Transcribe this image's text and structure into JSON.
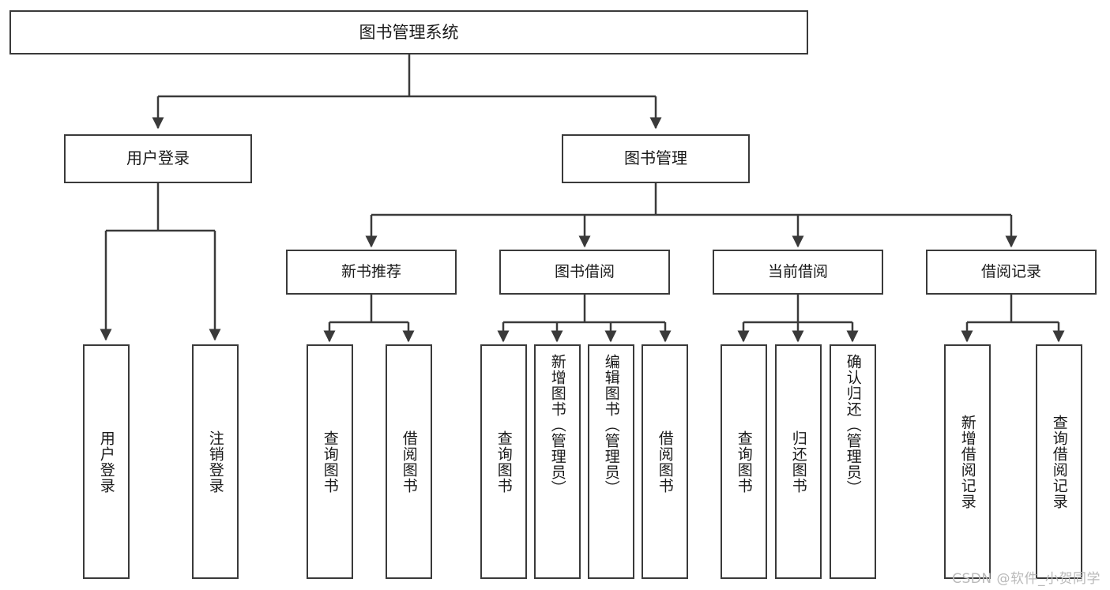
{
  "diagram": {
    "title": "图书管理系统",
    "watermark": "CSDN @软件_小贺同学",
    "colors": {
      "box_border": "#3a3a3a",
      "line": "#3a3a3a",
      "background": "#ffffff",
      "text": "#1a1a1a",
      "watermark": "#b9b9b9"
    },
    "root": {
      "label": "图书管理系统"
    },
    "level2": [
      {
        "label": "用户登录"
      },
      {
        "label": "图书管理"
      }
    ],
    "level3": [
      {
        "label": "新书推荐"
      },
      {
        "label": "图书借阅"
      },
      {
        "label": "当前借阅"
      },
      {
        "label": "借阅记录"
      }
    ],
    "leaves": {
      "user_login": [
        {
          "label": "用户登录"
        },
        {
          "label": "注销登录"
        }
      ],
      "new_book_recommend": [
        {
          "label": "查询图书"
        },
        {
          "label": "借阅图书"
        }
      ],
      "book_borrow": [
        {
          "label": "查询图书"
        },
        {
          "label": "新增图书（管理员）"
        },
        {
          "label": "编辑图书（管理员）"
        },
        {
          "label": "借阅图书"
        }
      ],
      "current_borrow": [
        {
          "label": "查询图书"
        },
        {
          "label": "归还图书"
        },
        {
          "label": "确认归还（管理员）"
        }
      ],
      "borrow_records": [
        {
          "label": "新增借阅记录"
        },
        {
          "label": "查询借阅记录"
        }
      ]
    }
  }
}
